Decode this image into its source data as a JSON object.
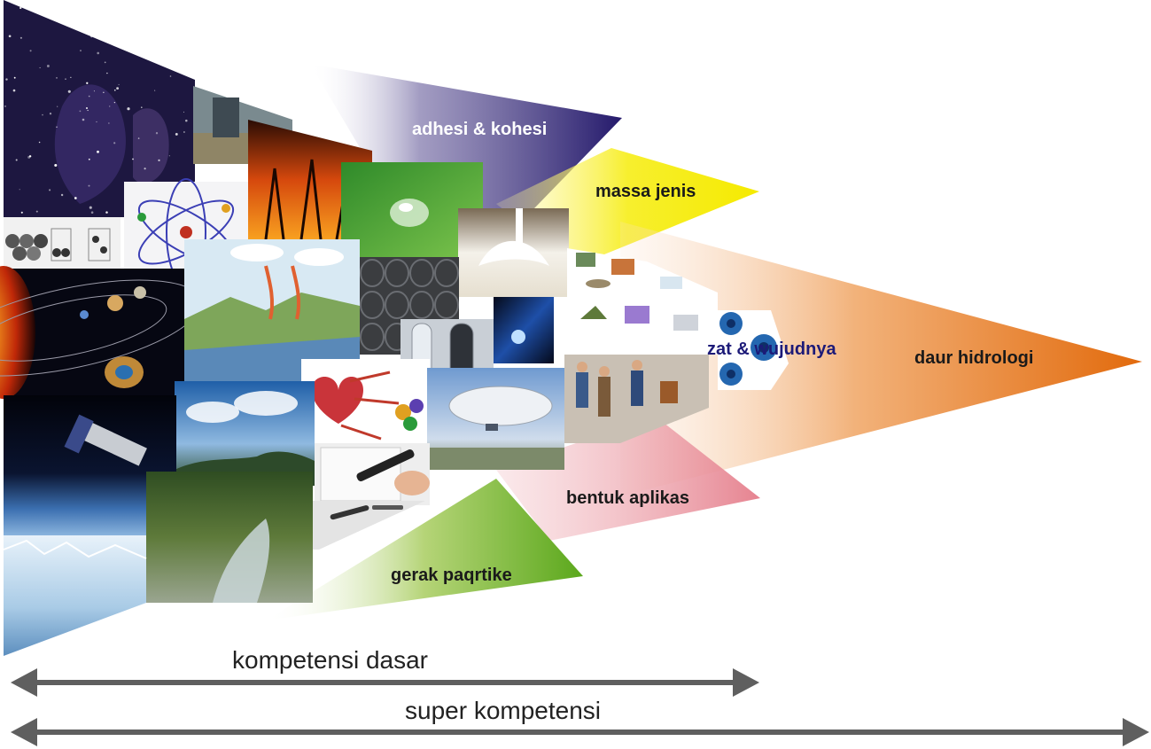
{
  "topics": {
    "adhesi": "adhesi & kohesi",
    "massa": "massa  jenis",
    "zat": "zat & wujudnya",
    "daur": "daur hidrologi",
    "bentuk": "bentuk aplikas",
    "gerak": "gerak paqrtike"
  },
  "arrows": {
    "kompetensi_dasar": "kompetensi dasar",
    "super_kompetensi": "super kompetensi"
  },
  "colors": {
    "adhesi": "#2a2170",
    "massa": "#f5ec1a",
    "daur": "#e07419",
    "bentuk": "#e98a96",
    "gerak": "#7ab834",
    "arrow": "#5f5f5f",
    "molecule": "#2467b0"
  },
  "images": [
    "nebula-photo",
    "flood-photo",
    "forest-fire-photo",
    "atom-model-photo",
    "spheres-photo",
    "leaf-water-drop-photo",
    "milk-splash-photo",
    "solar-system-photo",
    "water-cycle-diagram",
    "steel-wire-coils-photo",
    "test-tubes-photo",
    "welding-photo",
    "heart-diagram",
    "zeppelin-photo",
    "sky-landscape-photo",
    "hubble-telescope-photo",
    "forest-river-photo",
    "glacier-photo",
    "writing-hand-photo",
    "tools-photo",
    "chemistry-diagram",
    "factory-workers-photo",
    "water-molecule-icon"
  ]
}
